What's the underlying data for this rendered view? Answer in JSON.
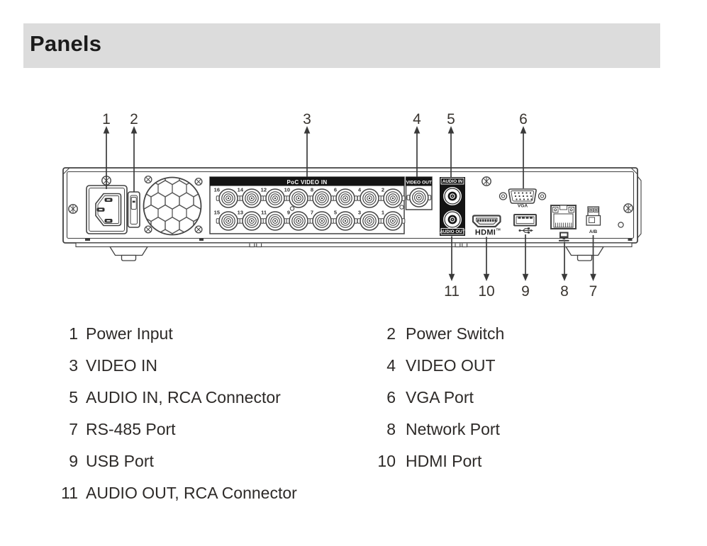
{
  "header": {
    "title": "Panels"
  },
  "diagram": {
    "labels": {
      "poc_video_in": "PoC VIDEO IN",
      "video_out": "VIDEO OUT",
      "audio_in": "AUDIO IN",
      "audio_out": "AUDIO OUT",
      "hdmi_logo": "HDMI",
      "hdmi_tm": "TM",
      "vga": "VGA",
      "rs485_ab": "A/B"
    },
    "bnc": {
      "top": [
        "16",
        "14",
        "12",
        "10",
        "8",
        "6",
        "4",
        "2"
      ],
      "bottom": [
        "15",
        "13",
        "11",
        "9",
        "7",
        "5",
        "3",
        "1"
      ]
    },
    "callouts_top": [
      "1",
      "2",
      "3",
      "4",
      "5",
      "6"
    ],
    "callouts_bottom": [
      "11",
      "10",
      "9",
      "8",
      "7"
    ]
  },
  "legend": {
    "left": [
      {
        "num": "1",
        "label": "Power Input"
      },
      {
        "num": "3",
        "label": "VIDEO IN"
      },
      {
        "num": "5",
        "label": "AUDIO IN, RCA Connector"
      },
      {
        "num": "7",
        "label": "RS-485 Port"
      },
      {
        "num": "9",
        "label": "USB Port"
      },
      {
        "num": "11",
        "label": "AUDIO OUT, RCA Connector"
      }
    ],
    "right": [
      {
        "num": "2",
        "label": "Power Switch"
      },
      {
        "num": "4",
        "label": "VIDEO OUT"
      },
      {
        "num": "6",
        "label": "VGA Port"
      },
      {
        "num": "8",
        "label": "Network Port"
      },
      {
        "num": "10",
        "label": "HDMI Port"
      }
    ]
  },
  "colors": {
    "header_bg": "#dcdcdc",
    "diagram_line": "#424242",
    "label_bar": "#141414",
    "text": "#2d2a28"
  }
}
